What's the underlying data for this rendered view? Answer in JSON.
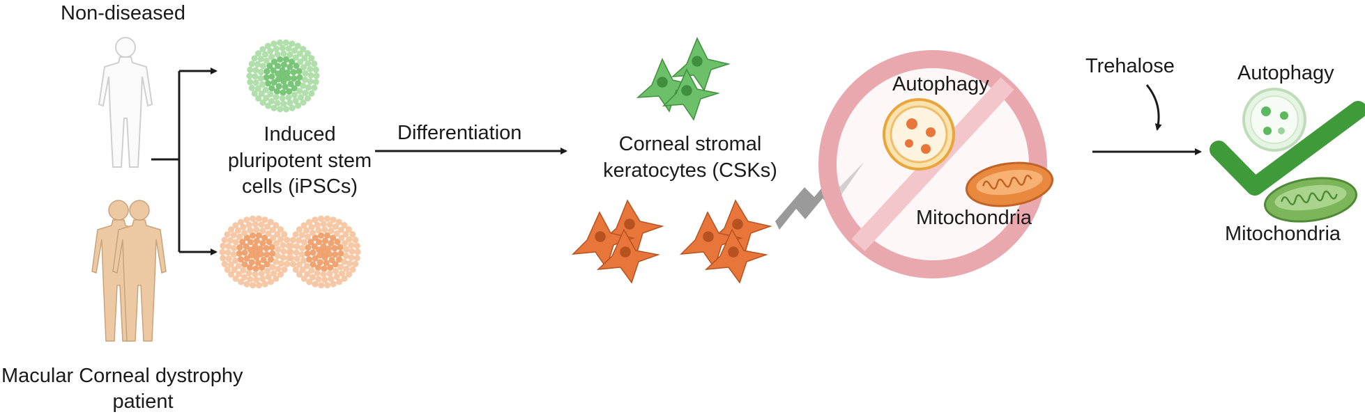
{
  "labels": {
    "non_diseased": "Non-diseased",
    "patient_line1": "Macular Corneal dystrophy",
    "patient_line2": "patient",
    "ipsc_line1": "Induced",
    "ipsc_line2": "pluripotent stem",
    "ipsc_line3": "cells (iPSCs)",
    "differentiation": "Differentiation",
    "csk_line1": "Corneal stromal",
    "csk_line2": "keratocytes (CSKs)",
    "autophagy_blocked": "Autophagy",
    "mitochondria_blocked": "Mitochondria",
    "trehalose": "Trehalose",
    "autophagy_rescued": "Autophagy",
    "mitochondria_rescued": "Mitochondria"
  },
  "colors": {
    "healthy_green": "#5cb85c",
    "diseased_orange": "#e8763a",
    "skin": "#ecc9a2",
    "outline_gray": "#cfcfcf",
    "prohibition_pink": "#e9a8ad",
    "lightning_gray": "#9a9a9a",
    "check_green": "#3f9a3a",
    "arrow_dark": "#1a1a1a"
  },
  "icons": [
    "human-figure-icon",
    "ipsc-colony-icon",
    "keratocyte-cell-icon",
    "autophagosome-icon",
    "mitochondrion-icon",
    "prohibition-sign-icon",
    "lightning-bolt-icon",
    "checkmark-icon"
  ]
}
